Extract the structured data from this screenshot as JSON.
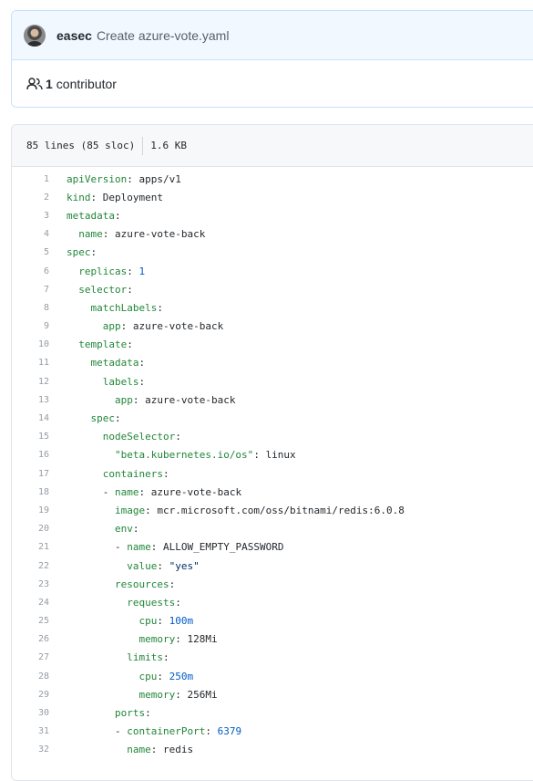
{
  "commit": {
    "author": "easec",
    "message": "Create azure-vote.yaml"
  },
  "contributors": {
    "count": "1",
    "label": "contributor"
  },
  "file": {
    "lines_info": "85 lines (85 sloc)",
    "size": "1.6 KB"
  },
  "colors": {
    "key": "#22863a",
    "number": "#005cc5",
    "string": "#032f62",
    "line_number": "#959da5"
  },
  "code_lines": [
    {
      "num": "1",
      "indent": "",
      "dash": "",
      "key": "apiVersion",
      "value": "apps/v1",
      "type": "plain"
    },
    {
      "num": "2",
      "indent": "",
      "dash": "",
      "key": "kind",
      "value": "Deployment",
      "type": "plain"
    },
    {
      "num": "3",
      "indent": "",
      "dash": "",
      "key": "metadata",
      "value": "",
      "type": "plain"
    },
    {
      "num": "4",
      "indent": "  ",
      "dash": "",
      "key": "name",
      "value": "azure-vote-back",
      "type": "plain"
    },
    {
      "num": "5",
      "indent": "",
      "dash": "",
      "key": "spec",
      "value": "",
      "type": "plain"
    },
    {
      "num": "6",
      "indent": "  ",
      "dash": "",
      "key": "replicas",
      "value": "1",
      "type": "number"
    },
    {
      "num": "7",
      "indent": "  ",
      "dash": "",
      "key": "selector",
      "value": "",
      "type": "plain"
    },
    {
      "num": "8",
      "indent": "    ",
      "dash": "",
      "key": "matchLabels",
      "value": "",
      "type": "plain"
    },
    {
      "num": "9",
      "indent": "      ",
      "dash": "",
      "key": "app",
      "value": "azure-vote-back",
      "type": "plain"
    },
    {
      "num": "10",
      "indent": "  ",
      "dash": "",
      "key": "template",
      "value": "",
      "type": "plain"
    },
    {
      "num": "11",
      "indent": "    ",
      "dash": "",
      "key": "metadata",
      "value": "",
      "type": "plain"
    },
    {
      "num": "12",
      "indent": "      ",
      "dash": "",
      "key": "labels",
      "value": "",
      "type": "plain"
    },
    {
      "num": "13",
      "indent": "        ",
      "dash": "",
      "key": "app",
      "value": "azure-vote-back",
      "type": "plain"
    },
    {
      "num": "14",
      "indent": "    ",
      "dash": "",
      "key": "spec",
      "value": "",
      "type": "plain"
    },
    {
      "num": "15",
      "indent": "      ",
      "dash": "",
      "key": "nodeSelector",
      "value": "",
      "type": "plain"
    },
    {
      "num": "16",
      "indent": "        ",
      "dash": "",
      "key": "\"beta.kubernetes.io/os\"",
      "value": "linux",
      "type": "plain"
    },
    {
      "num": "17",
      "indent": "      ",
      "dash": "",
      "key": "containers",
      "value": "",
      "type": "plain"
    },
    {
      "num": "18",
      "indent": "      ",
      "dash": "- ",
      "key": "name",
      "value": "azure-vote-back",
      "type": "plain"
    },
    {
      "num": "19",
      "indent": "        ",
      "dash": "",
      "key": "image",
      "value": "mcr.microsoft.com/oss/bitnami/redis:6.0.8",
      "type": "plain"
    },
    {
      "num": "20",
      "indent": "        ",
      "dash": "",
      "key": "env",
      "value": "",
      "type": "plain"
    },
    {
      "num": "21",
      "indent": "        ",
      "dash": "- ",
      "key": "name",
      "value": "ALLOW_EMPTY_PASSWORD",
      "type": "plain"
    },
    {
      "num": "22",
      "indent": "          ",
      "dash": "",
      "key": "value",
      "value": "\"yes\"",
      "type": "string"
    },
    {
      "num": "23",
      "indent": "        ",
      "dash": "",
      "key": "resources",
      "value": "",
      "type": "plain"
    },
    {
      "num": "24",
      "indent": "          ",
      "dash": "",
      "key": "requests",
      "value": "",
      "type": "plain"
    },
    {
      "num": "25",
      "indent": "            ",
      "dash": "",
      "key": "cpu",
      "value": "100m",
      "type": "number"
    },
    {
      "num": "26",
      "indent": "            ",
      "dash": "",
      "key": "memory",
      "value": "128Mi",
      "type": "plain"
    },
    {
      "num": "27",
      "indent": "          ",
      "dash": "",
      "key": "limits",
      "value": "",
      "type": "plain"
    },
    {
      "num": "28",
      "indent": "            ",
      "dash": "",
      "key": "cpu",
      "value": "250m",
      "type": "number"
    },
    {
      "num": "29",
      "indent": "            ",
      "dash": "",
      "key": "memory",
      "value": "256Mi",
      "type": "plain"
    },
    {
      "num": "30",
      "indent": "        ",
      "dash": "",
      "key": "ports",
      "value": "",
      "type": "plain"
    },
    {
      "num": "31",
      "indent": "        ",
      "dash": "- ",
      "key": "containerPort",
      "value": "6379",
      "type": "number"
    },
    {
      "num": "32",
      "indent": "          ",
      "dash": "",
      "key": "name",
      "value": "redis",
      "type": "plain"
    }
  ]
}
